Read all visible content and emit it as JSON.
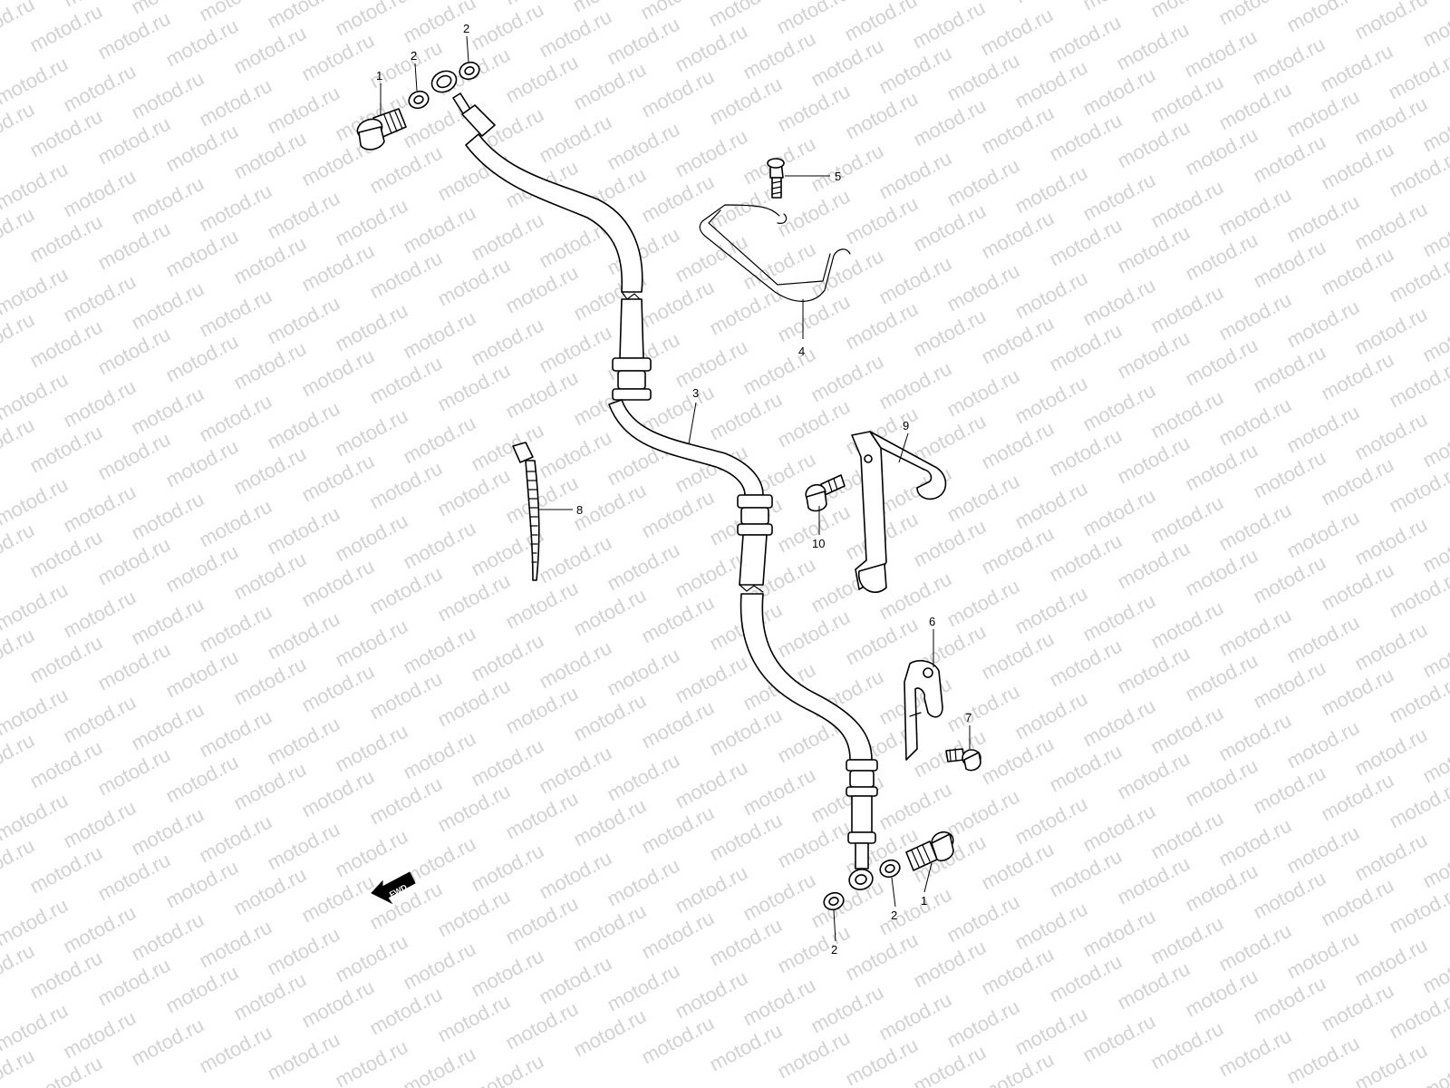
{
  "watermark": {
    "text": "motod.ru",
    "color": "#d2d2d2"
  },
  "direction_arrow": {
    "label": "FWD",
    "icon": "fwd-arrow-icon"
  },
  "callouts": [
    {
      "id": "c1a",
      "part": "1",
      "label": "1"
    },
    {
      "id": "c2a",
      "part": "2",
      "label": "2"
    },
    {
      "id": "c2b",
      "part": "2",
      "label": "2"
    },
    {
      "id": "c3",
      "part": "3",
      "label": "3"
    },
    {
      "id": "c4",
      "part": "4",
      "label": "4"
    },
    {
      "id": "c5",
      "part": "5",
      "label": "5"
    },
    {
      "id": "c6",
      "part": "6",
      "label": "6"
    },
    {
      "id": "c7",
      "part": "7",
      "label": "7"
    },
    {
      "id": "c8",
      "part": "8",
      "label": "8"
    },
    {
      "id": "c9",
      "part": "9",
      "label": "9"
    },
    {
      "id": "c10",
      "part": "10",
      "label": "10"
    },
    {
      "id": "c1b",
      "part": "1",
      "label": "1"
    },
    {
      "id": "c2c",
      "part": "2",
      "label": "2"
    },
    {
      "id": "c2d",
      "part": "2",
      "label": "2"
    }
  ]
}
